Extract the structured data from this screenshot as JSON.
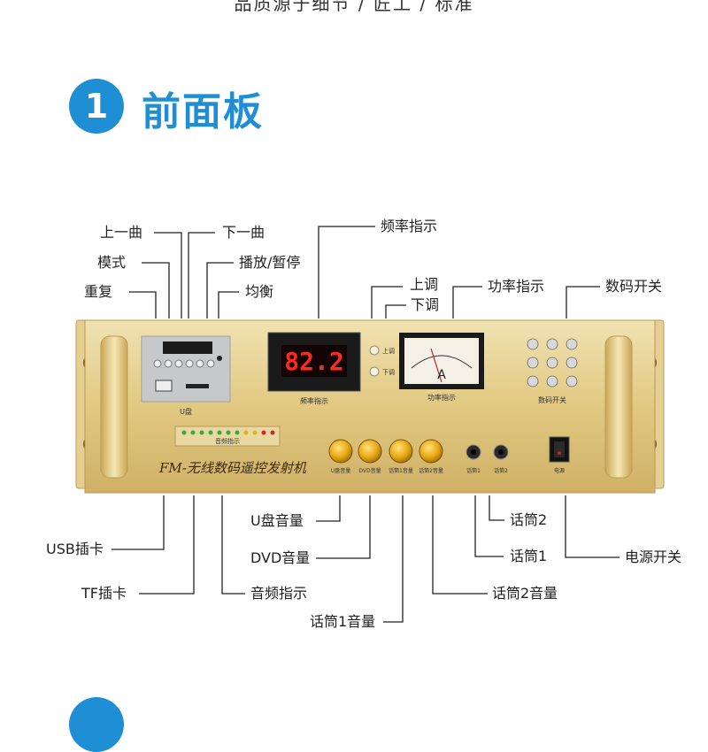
{
  "top_caption": "品质源于细节 / 匠工 / 标准",
  "section": {
    "number": "1",
    "title": "前面板"
  },
  "panel": {
    "display_reading": "82.2",
    "display_caption": "频率指示",
    "meter_caption": "功率指示",
    "meter_letter": "A",
    "tune_up": "上调",
    "tune_down": "下调",
    "keypad_caption": "数码开关",
    "usb_caption": "U盘",
    "vu_caption": "音频指示",
    "brand_text": "FM-无线数码遥控发射机",
    "mic1_caption": "话筒1",
    "mic2_caption": "话筒2",
    "power_caption": "电源",
    "knob_captions": [
      "U盘音量",
      "DVD音量",
      "话筒1音量",
      "话筒2音量"
    ]
  },
  "callouts": {
    "prev_track": "上一曲",
    "next_track": "下一曲",
    "mode": "模式",
    "play_pause": "播放/暂停",
    "repeat": "重复",
    "balance": "均衡",
    "freq_indicator": "频率指示",
    "tune_up": "上调",
    "tune_down": "下调",
    "power_indicator": "功率指示",
    "digital_switch": "数码开关",
    "usb_card": "USB插卡",
    "tf_card": "TF插卡",
    "usb_volume": "U盘音量",
    "dvd_volume": "DVD音量",
    "audio_indicator": "音频指示",
    "mic1_volume": "话筒1音量",
    "mic2": "话筒2",
    "mic1": "话筒1",
    "mic2_volume": "话筒2音量",
    "power_switch": "电源开关"
  },
  "colors": {
    "accent": "#1e8fd5",
    "gold": "#e4cc8a",
    "display_red": "#ff2a1e"
  }
}
